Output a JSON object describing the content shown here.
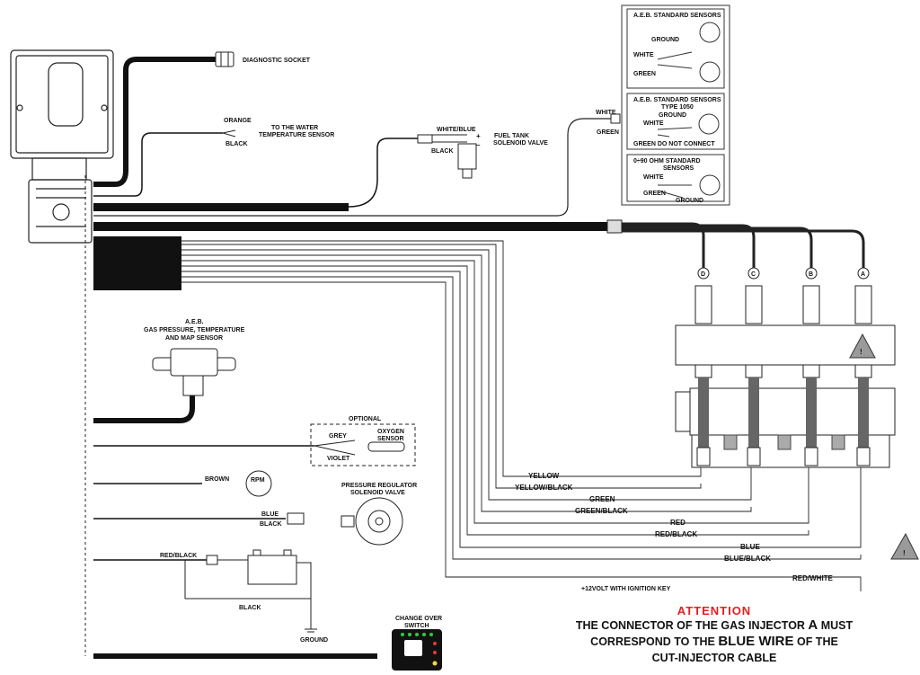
{
  "labels": {
    "diagnostic_socket": "DIAGNOSTIC SOCKET",
    "orange": "ORANGE",
    "black": "BLACK",
    "water_temp_1": "TO THE WATER",
    "water_temp_2": "TEMPERATURE SENSOR",
    "white_blue": "WHITE/BLUE",
    "fuel_tank_1": "FUEL TANK",
    "fuel_tank_2": "SOLENOID VALVE",
    "white": "WHITE",
    "green": "GREEN",
    "aeb_sensor_1": "A.E.B.",
    "aeb_sensor_2": "GAS PRESSURE, TEMPERATURE",
    "aeb_sensor_3": "AND MAP SENSOR",
    "optional": "OPTIONAL",
    "grey": "GREY",
    "violet": "VIOLET",
    "oxygen_1": "OXYGEN",
    "oxygen_2": "SENSOR",
    "brown": "BROWN",
    "rpm": "RPM",
    "pressure_reg_1": "PRESSURE REGULATOR",
    "pressure_reg_2": "SOLENOID VALVE",
    "blue": "BLUE",
    "red_black": "RED/BLACK",
    "ground": "GROUND",
    "changeover_1": "CHANGE OVER",
    "changeover_2": "SWITCH"
  },
  "sensor_boxes": [
    {
      "title_1": "A.E.B. STANDARD SENSORS",
      "title_2": "",
      "ground": "GROUND",
      "white": "WHITE",
      "green": "GREEN"
    },
    {
      "title_1": "A.E.B. STANDARD SENSORS",
      "title_2": "TYPE 1050",
      "ground": "GROUND",
      "white": "WHITE",
      "green": "GREEN DO NOT CONNECT"
    },
    {
      "title_1": "0÷90 OHM STANDARD",
      "title_2": "SENSORS",
      "ground": "GROUND",
      "white": "WHITE",
      "green": "GREEN"
    }
  ],
  "injectors": [
    "D",
    "C",
    "B",
    "A"
  ],
  "cut_wires": [
    "YELLOW",
    "YELLOW/BLACK",
    "GREEN",
    "GREEN/BLACK",
    "RED",
    "RED/BLACK",
    "BLUE",
    "BLUE/BLACK",
    "RED/WHITE"
  ],
  "ignition": "+12VOLT WITH IGNITION KEY",
  "attention": {
    "heading": "ATTENTION",
    "line1_a": "THE CONNECTOR OF THE GAS INJECTOR ",
    "line1_b": "A",
    "line1_c": " MUST",
    "line2_a": "CORRESPOND TO THE ",
    "line2_b": "BLUE WIRE",
    "line2_c": " OF THE",
    "line3": "CUT-INJECTOR CABLE"
  },
  "colors": {
    "attention": "#e02020",
    "warning_fill": "#9a9a9a",
    "led_green": "#2ecc40",
    "led_red": "#e53935",
    "led_yellow": "#fdd835"
  }
}
